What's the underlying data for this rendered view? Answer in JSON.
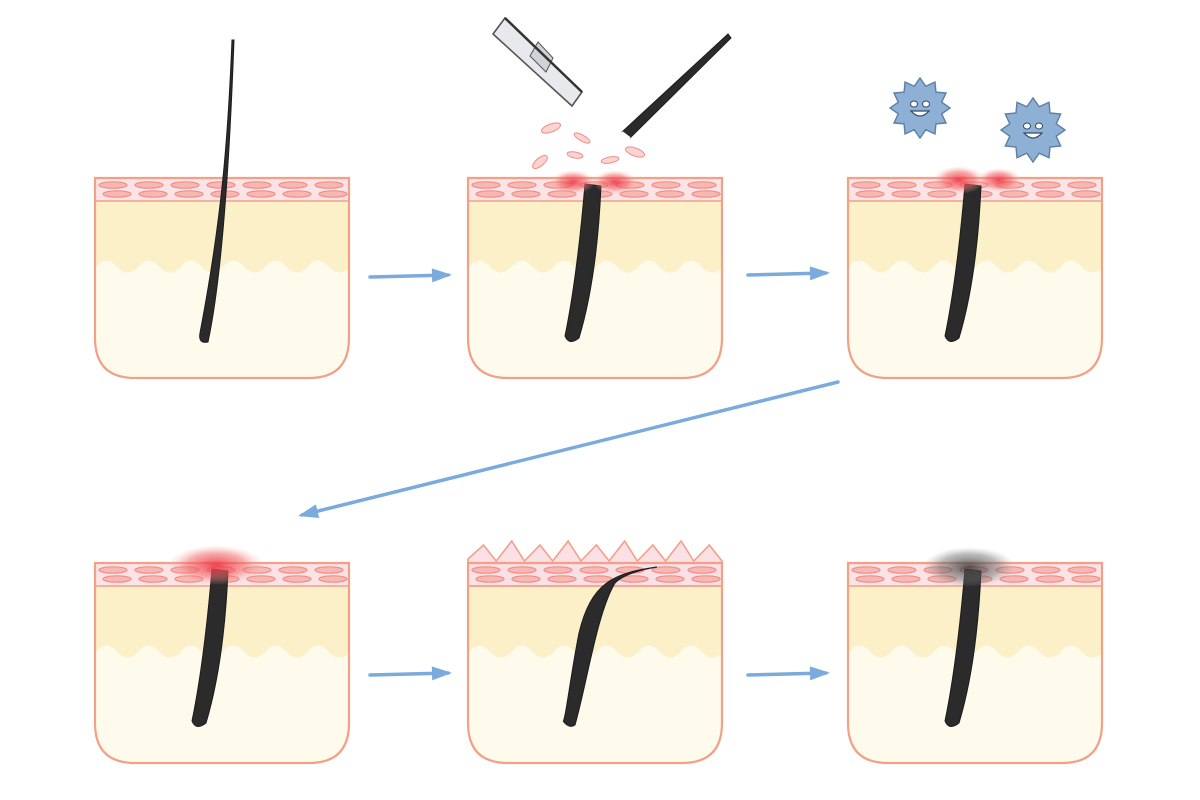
{
  "illustration": {
    "subject": "ingrown-hair-formation",
    "stages": [
      {
        "id": "stage-1",
        "icon": "healthy-hair-icon"
      },
      {
        "id": "stage-2",
        "icon": "razor-shaving-icon"
      },
      {
        "id": "stage-3",
        "icon": "bacteria-germ-icon"
      },
      {
        "id": "stage-4",
        "icon": "inflammation-icon"
      },
      {
        "id": "stage-5",
        "icon": "curled-hair-icon"
      },
      {
        "id": "stage-6",
        "icon": "pigmentation-icon"
      }
    ]
  },
  "colors": {
    "skin_outline": "#f2a088",
    "epidermis": "#fbe3e6",
    "cell": "#f7b8b2",
    "dermis": "#fcf0c8",
    "subcutis": "#fffbec",
    "hair": "#2b2b2b",
    "inflammation": "#ee4455",
    "arrow": "#7aabdc",
    "germ": "#8eb0d4",
    "pigment": "#555555"
  }
}
